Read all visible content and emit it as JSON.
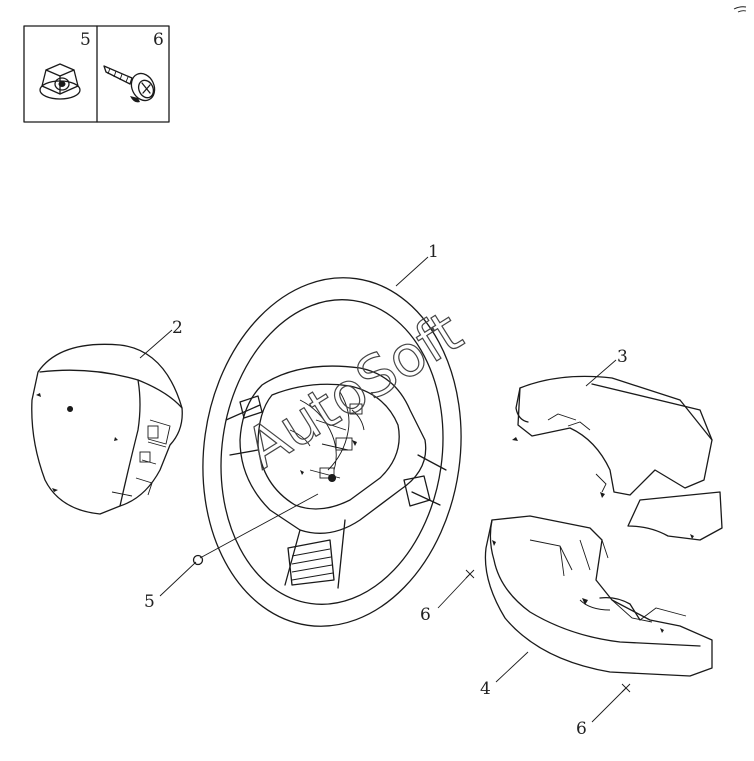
{
  "legend": {
    "items": [
      {
        "num": "5",
        "icon": "flange-nut-icon"
      },
      {
        "num": "6",
        "icon": "screw-icon"
      }
    ]
  },
  "callouts": [
    {
      "num": "1",
      "part": "steering-wheel"
    },
    {
      "num": "2",
      "part": "airbag-module"
    },
    {
      "num": "3",
      "part": "upper-trim-cover"
    },
    {
      "num": "4",
      "part": "lower-trim-cover"
    },
    {
      "num": "5",
      "part": "nut"
    },
    {
      "num": "6",
      "part": "screw"
    },
    {
      "num": "6",
      "part": "screw"
    }
  ],
  "watermark": "AutoSoft"
}
